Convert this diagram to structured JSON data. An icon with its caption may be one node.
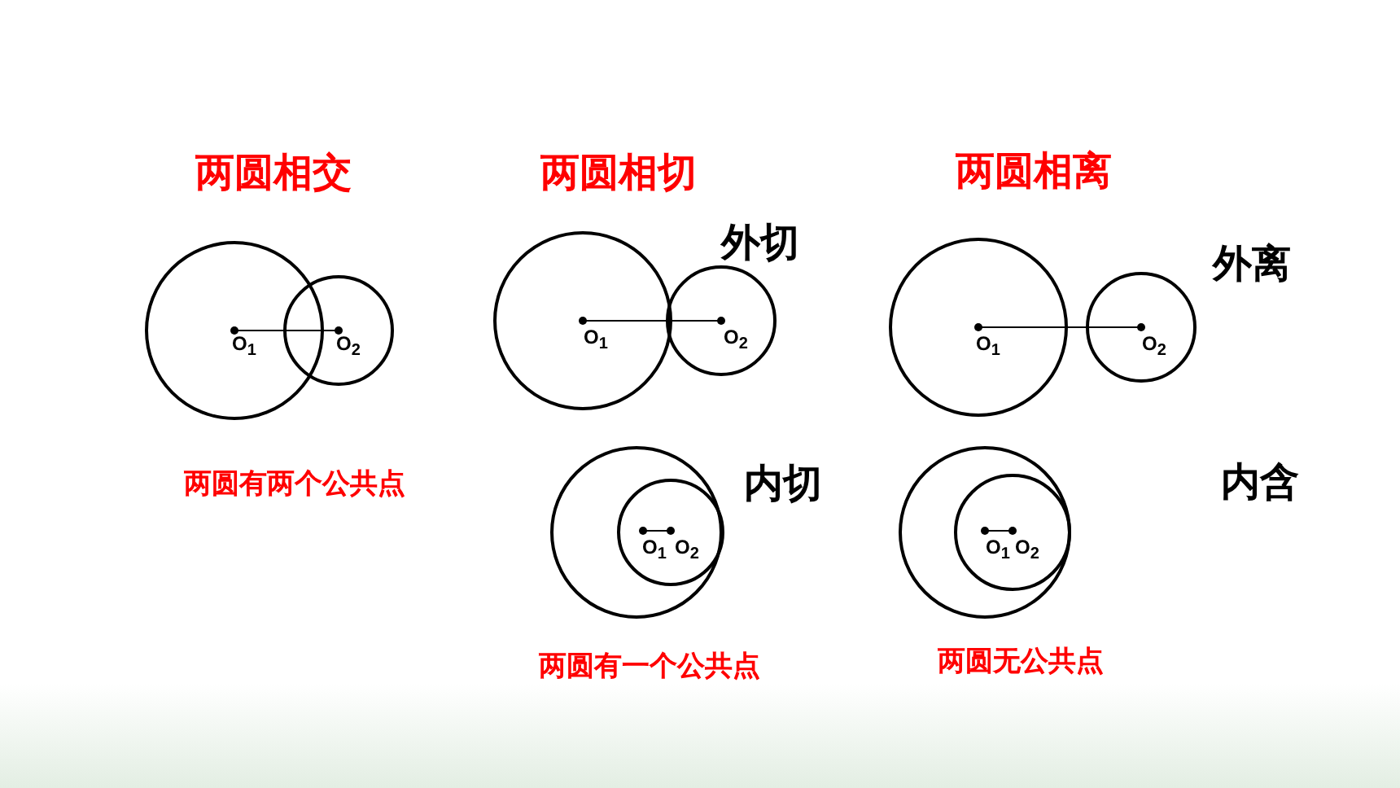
{
  "diagram": {
    "labels": [
      "两圆相交",
      "两圆相切",
      "两圆相离",
      "外切",
      "外离",
      "O$_{1}$",
      "O$_{2}$",
      "O$_{1}$",
      "O$_{2}$",
      "O$_{1}$",
      "O$_{2}$",
      "两圆有两个公共点",
      "内切",
      "内含",
      "O$_{1}$",
      "O$_{2}$",
      "O$_{1}$",
      "O$_{2}$",
      "两圆有一个公共点",
      "两圆无公共点"
    ]
  }
}
